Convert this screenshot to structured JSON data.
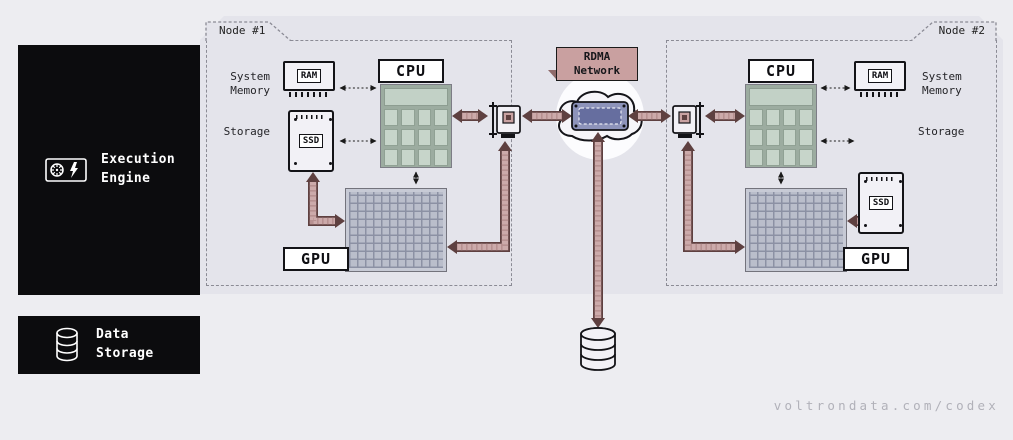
{
  "banners": {
    "execution_engine": {
      "line1": "Execution",
      "line2": "Engine"
    },
    "data_storage": {
      "line1": "Data",
      "line2": "Storage"
    }
  },
  "nodes": [
    {
      "tab": "Node #1",
      "system_memory": {
        "line1": "System",
        "line2": "Memory"
      },
      "storage_label": "Storage",
      "ram_label": "RAM",
      "ssd_label": "SSD",
      "cpu_label": "CPU",
      "gpu_label": "GPU"
    },
    {
      "tab": "Node #2",
      "system_memory": {
        "line1": "System",
        "line2": "Memory"
      },
      "storage_label": "Storage",
      "ram_label": "RAM",
      "ssd_label": "SSD",
      "cpu_label": "CPU",
      "gpu_label": "GPU"
    }
  ],
  "center": {
    "rdma": {
      "line1": "RDMA",
      "line2": "Network"
    }
  },
  "footer": {
    "url": "voltrondata.com/codex"
  },
  "colors": {
    "page_bg": "#ededf1",
    "region_bg": "#e4e4eb",
    "banner_bg": "#0c0c0e",
    "pipe_fill": "#ccaaaa",
    "pipe_outline": "#5e4040",
    "ribbon_bg": "#c9a0a0",
    "cpu_cell": "#c7d5ca",
    "gpu_cell": "#babecb",
    "switch_fill": "#8d93ba"
  }
}
